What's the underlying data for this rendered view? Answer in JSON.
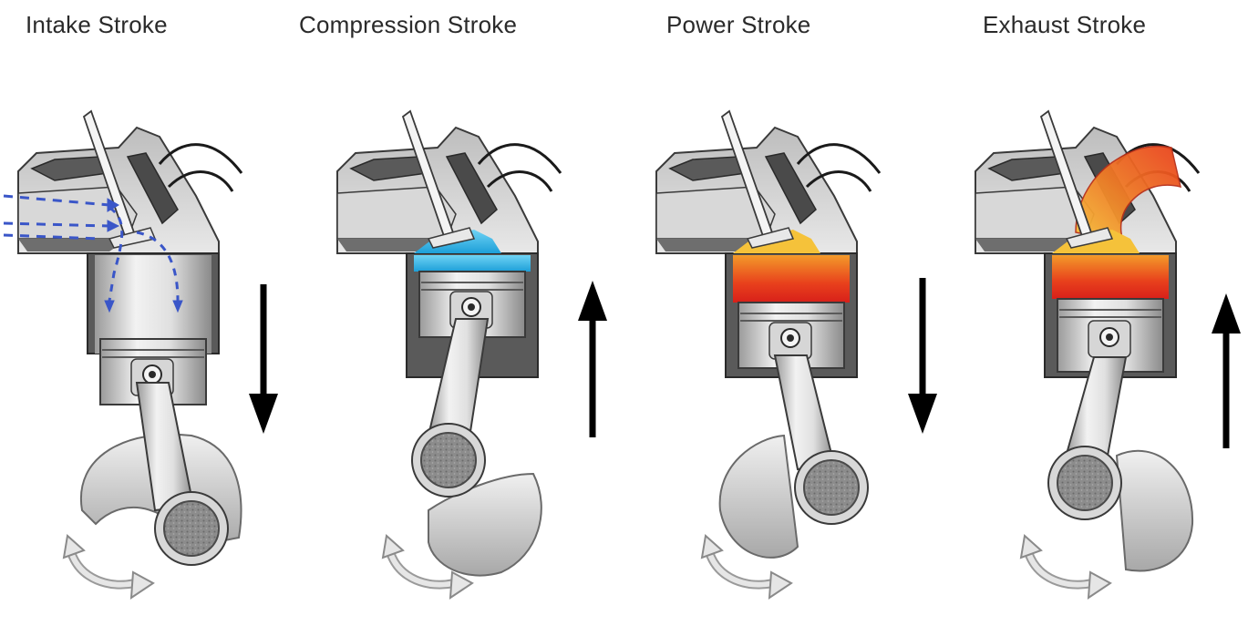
{
  "strokes": [
    {
      "title": "Intake Stroke",
      "piston_motion": "down",
      "chamber_fill": "air-fuel flow (blue arrows)",
      "chamber_color": "#3a56c8",
      "crank_rotation": "counter-clockwise"
    },
    {
      "title": "Compression Stroke",
      "piston_motion": "up",
      "chamber_fill": "compressed mixture",
      "chamber_color": "#3fb8e6",
      "crank_rotation": "counter-clockwise"
    },
    {
      "title": "Power Stroke",
      "piston_motion": "down",
      "chamber_fill": "combustion",
      "chamber_color": "#e8401c",
      "crank_rotation": "counter-clockwise"
    },
    {
      "title": "Exhaust Stroke",
      "piston_motion": "up",
      "chamber_fill": "exhaust gases",
      "chamber_color": "#e8401c",
      "crank_rotation": "counter-clockwise"
    }
  ],
  "colors": {
    "background": "#ffffff",
    "metal_light": "#e6e6e6",
    "metal_mid": "#c4c4c4",
    "metal_dark": "#7a7a7a",
    "outline": "#3a3a3a",
    "arrow": "#000000",
    "intake_flow": "#3a56c8",
    "compression": "#3fb8e6",
    "combustion_hot": "#e8401c",
    "combustion_warm": "#f5a623"
  }
}
